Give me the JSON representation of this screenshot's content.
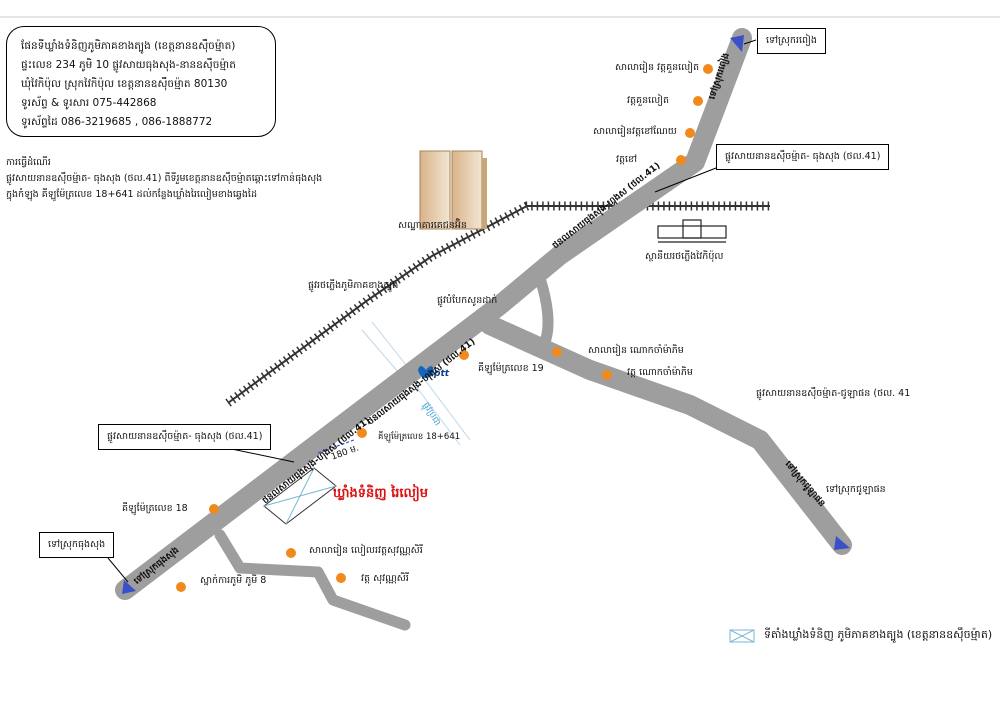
{
  "company": {
    "title": "ផែនទីឃ្លាំងទំនិញភូមិភាគខាងត្បូង (ខេត្តនានឧស៊ឹចម្ម៉ាត)",
    "address1": "ផ្ទះលេខ 234 ភូមិ 10 ផ្លូវសាយធុងសុង-នានឧស៊ឹចម្ម៉ាត",
    "address2": "ឃុំវៃកិប៉ុល ស្រុកវៃកិប៉ុល ខេត្តនានឧស៊ឹចម្ម៉ាត 80130",
    "phone": "ទូរស័ព្ទ & ទូរសារ  075-442868",
    "mobile": "ទូរស័ព្ទដៃ 086-3219685 , 086-1888772"
  },
  "directions": {
    "heading": "ការធ្វើដំណើរ",
    "line1": "ផ្លូវសាយនានឧស៊ឹចម្ម៉ាត- ធុងសុង (ថល.41) ពីទីរួមខេត្តនានឧស៊ឹចម្ម៉ាតឆ្ពោះទៅកាន់ធុងសុង",
    "line2": "ក្នុងកំឡុង គីឡូម៉ែត្រលេខ 18+641 ដល់កន្លែងឃ្លាំងរៃលៀមខាងឆ្វេងដៃ"
  },
  "callouts": {
    "to_rongphibun": "ទៅស្រុករពៀង",
    "to_thungsong": "ទៅស្រុកធុងសុង",
    "hwy41_north": "ផ្លូវសាយនានឧស៊ឹចម្ម៉ាត- ធុងសុង (ថល.41)",
    "hwy41_south": "ផ្លូវសាយនានឧស៊ឹចម្ម៉ាត- ធុងសុង (ថល.41)"
  },
  "places": {
    "school_wat_kuan": "សាលារៀន វត្តគួនលៀត",
    "wat_kuan": "វត្តគួនលៀត",
    "school_wat_khao": "សាលារៀនវត្តខៅណែយ",
    "wat_khao": "វត្តខៅ",
    "railway_quarters": "សណ្ឋាគារគេជនអ៊ិន",
    "station": "ស្ថានីយរថភ្លើងវៃកិប៉ុល",
    "rail_label": "ផ្លូវរថភ្លើងភូមិភាគខាងត្បូង",
    "junction": "ផ្លូវបំបែកសូនដាក់",
    "km19": "គីឡូម៉ែត្រលេខ 19",
    "km18641": "គីឡូម៉ែត្រលេខ 18+641",
    "km18": "គីឡូម៉ែត្រលេខ 18",
    "school_wat_nok": "សាលារៀន ណោកចាំម៉ាភិម",
    "wat_nok": "វត្ត ណោកចាំម៉ាភិម",
    "hwy_chulabhorn": "ផ្លូវសាយនានឧស៊ឹចម្ម៉ាត-ជូឡាផន (ថល. 41",
    "to_chulabhorn": "ទៅស្រុកជូឡាផន",
    "school_suwan": "សាលារៀន លៀលរវត្តសុវណ្ណសិរី",
    "wat_suwan": "វត្ត សុវណ្ណសិរី",
    "health_office": "ស្នាក់ការភូមិ ភូមិ 8",
    "distance": "180 ម.",
    "plant": "ឃ្លាំងទំនិញ រៃលៀម",
    "ptt": "ptt"
  },
  "road_names": {
    "main_north": "ថនលសាយធុងសុង-ហុងស (ថល.41)",
    "main_mid": "ថនលសាយធុងសុង-ហុងស (ថល.41)",
    "main_south": "ថនលសាយធុងសុង-ហុងស (ថល.41)",
    "to_rongphibun_vert": "ទៅស្រុករពៀង",
    "to_thungsong_rot": "ទៅស្រុកធុងសុង",
    "to_chulabhorn_rot": "ទៅស្រុកជូឡាផន",
    "side_road": "ផ្លូវប្រជា"
  },
  "legend": {
    "label": "ទីតាំងឃ្លាំងទំនិញ ភូមិភាគខាងត្បូង (ខេត្តនានឧស៊ឹចម្ម៉ាត)"
  },
  "colors": {
    "road": "#9e9e9e",
    "marker": "#f08a1c",
    "arrow": "#3a50c9",
    "plant_text": "#dd1111",
    "ptt_blue": "#0b3f8f"
  }
}
